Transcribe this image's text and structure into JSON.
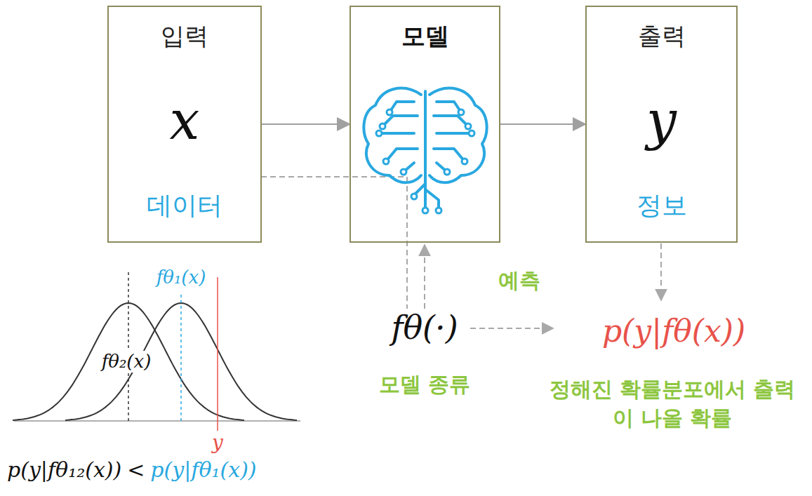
{
  "diagram": {
    "nodes": [
      {
        "text": [
          "입력",
          "x",
          "데이터"
        ]
      },
      {
        "text": [
          "모델"
        ]
      },
      {
        "text": [
          "출력",
          "y",
          "정보"
        ]
      }
    ],
    "edges": [
      {
        "from": 0,
        "to": 1,
        "arrow": "to"
      },
      {
        "from": 1,
        "to": 2,
        "arrow": "to"
      }
    ],
    "labels": [
      "예측",
      "fθ(·)",
      "모델 종류",
      "p(y|fθ(x))",
      "정해진 확률분포에서 출력이 나올 확률",
      "fθ₁(x)",
      "fθ₂(x)",
      "y",
      "p(y|fθ₁₂(x))",
      "<",
      "p(y|fθ₁(x))"
    ]
  }
}
